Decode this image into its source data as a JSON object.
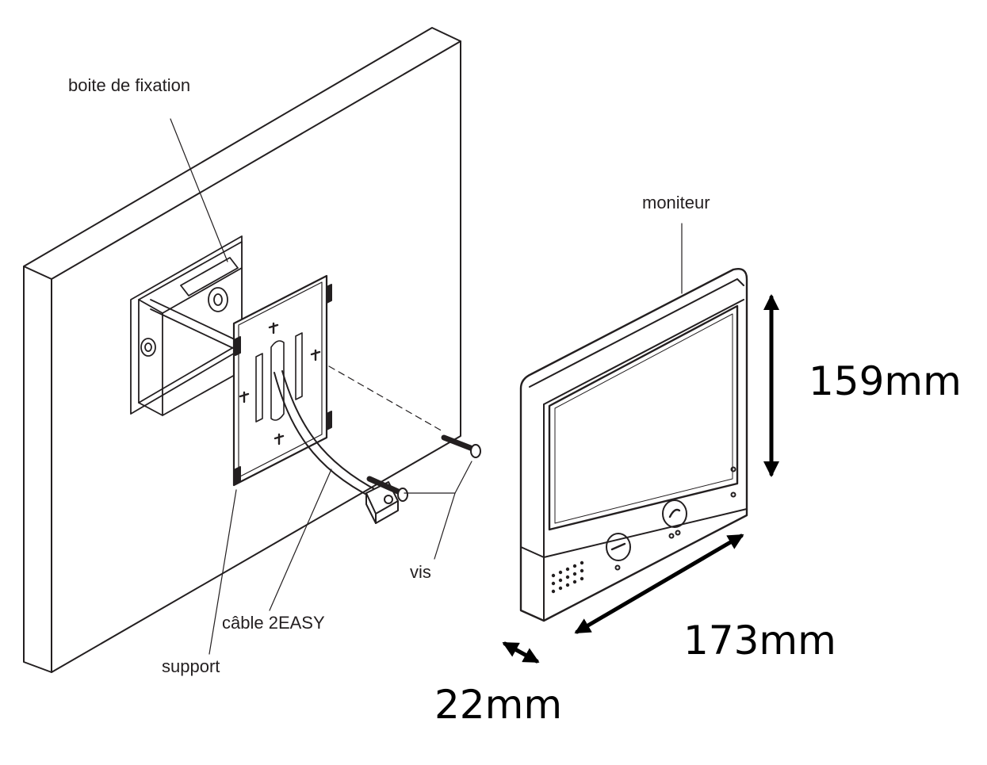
{
  "labels": {
    "boite": "boite de fixation",
    "moniteur": "moniteur",
    "vis": "vis",
    "cable": "câble 2EASY",
    "support": "support"
  },
  "dimensions": {
    "height": "159mm",
    "width": "173mm",
    "depth": "22mm"
  },
  "colors": {
    "line": "#231f20",
    "arrow": "#000000",
    "background": "#ffffff"
  }
}
